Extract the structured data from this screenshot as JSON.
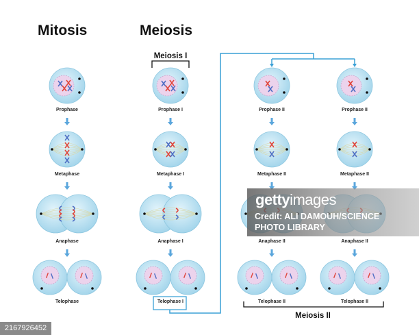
{
  "titles": {
    "mitosis": "Mitosis",
    "meiosis": "Meiosis",
    "meiosis_1": "Meiosis I",
    "meiosis_2": "Meiosis II"
  },
  "mitosis": [
    "Prophase",
    "Metaphase",
    "Anaphase",
    "Telophase"
  ],
  "meiosis_1": [
    "Prophase I",
    "Metaphase I",
    "Anaphase I",
    "Telophase I"
  ],
  "meiosis_2_left": [
    "Prophase II",
    "Metaphase II",
    "Anaphase II",
    "Telophase II"
  ],
  "meiosis_2_right": [
    "Prophase II",
    "Metaphase II",
    "Anaphase II",
    "Telophase II"
  ],
  "colors": {
    "cell": "#bfe3f2",
    "nucleus": "#ecd3ec",
    "arrow": "#5aa6dc",
    "connector": "#3aa0d6",
    "chrom_red": "#e0463c",
    "chrom_blue": "#4f6fc4"
  },
  "watermark": {
    "brand_bold": "getty",
    "brand_light": "images",
    "credit_line1": "Credit: ALI DAMOUH/SCIENCE",
    "credit_line2": "PHOTO LIBRARY"
  },
  "image_id": "2167926452"
}
